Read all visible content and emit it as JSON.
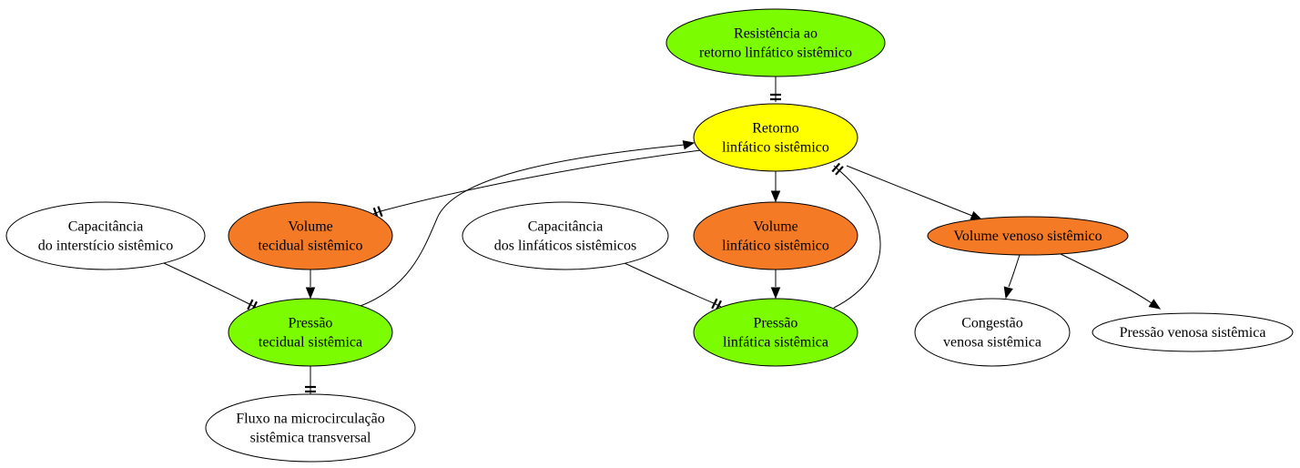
{
  "colors": {
    "green": "#7cfc00",
    "yellow": "#ffff00",
    "orange": "#f57a25",
    "white": "#ffffff"
  },
  "nodes": {
    "resistencia": {
      "lines": [
        "Resistência ao",
        "retorno linfático sistêmico"
      ],
      "fill": "green"
    },
    "retorno": {
      "lines": [
        "Retorno",
        "linfático sistêmico"
      ],
      "fill": "yellow"
    },
    "cap_interst": {
      "lines": [
        "Capacitância",
        "do interstício sistêmico"
      ],
      "fill": "white"
    },
    "vol_tecidual": {
      "lines": [
        "Volume",
        "tecidual sistêmico"
      ],
      "fill": "orange"
    },
    "cap_linf": {
      "lines": [
        "Capacitância",
        "dos linfáticos sistêmicos"
      ],
      "fill": "white"
    },
    "vol_linf": {
      "lines": [
        "Volume",
        "linfático sistêmico"
      ],
      "fill": "orange"
    },
    "vol_venoso": {
      "lines": [
        "Volume venoso sistêmico"
      ],
      "fill": "orange"
    },
    "pressao_tec": {
      "lines": [
        "Pressão",
        "tecidual sistêmica"
      ],
      "fill": "green"
    },
    "pressao_linf": {
      "lines": [
        "Pressão",
        "linfática sistêmica"
      ],
      "fill": "green"
    },
    "congestao": {
      "lines": [
        "Congestão",
        "venosa sistêmica"
      ],
      "fill": "white"
    },
    "pressao_ven": {
      "lines": [
        "Pressão venosa sistêmica"
      ],
      "fill": "white"
    },
    "fluxo": {
      "lines": [
        "Fluxo na microcirculação",
        "sistêmica transversal"
      ],
      "fill": "white"
    }
  },
  "edges": [
    {
      "from": "resistencia",
      "to": "retorno",
      "head": "tee"
    },
    {
      "from": "retorno",
      "to": "vol_tecidual",
      "head": "tee"
    },
    {
      "from": "retorno",
      "to": "vol_linf",
      "head": "arrow"
    },
    {
      "from": "retorno",
      "to": "vol_venoso",
      "head": "arrow"
    },
    {
      "from": "cap_interst",
      "to": "pressao_tec",
      "head": "tee"
    },
    {
      "from": "vol_tecidual",
      "to": "pressao_tec",
      "head": "arrow"
    },
    {
      "from": "pressao_tec",
      "to": "retorno",
      "head": "arrow"
    },
    {
      "from": "pressao_tec",
      "to": "fluxo",
      "head": "tee"
    },
    {
      "from": "cap_linf",
      "to": "pressao_linf",
      "head": "tee"
    },
    {
      "from": "vol_linf",
      "to": "pressao_linf",
      "head": "arrow"
    },
    {
      "from": "pressao_linf",
      "to": "retorno",
      "head": "tee"
    },
    {
      "from": "vol_venoso",
      "to": "congestao",
      "head": "arrow"
    },
    {
      "from": "vol_venoso",
      "to": "pressao_ven",
      "head": "arrow"
    }
  ]
}
